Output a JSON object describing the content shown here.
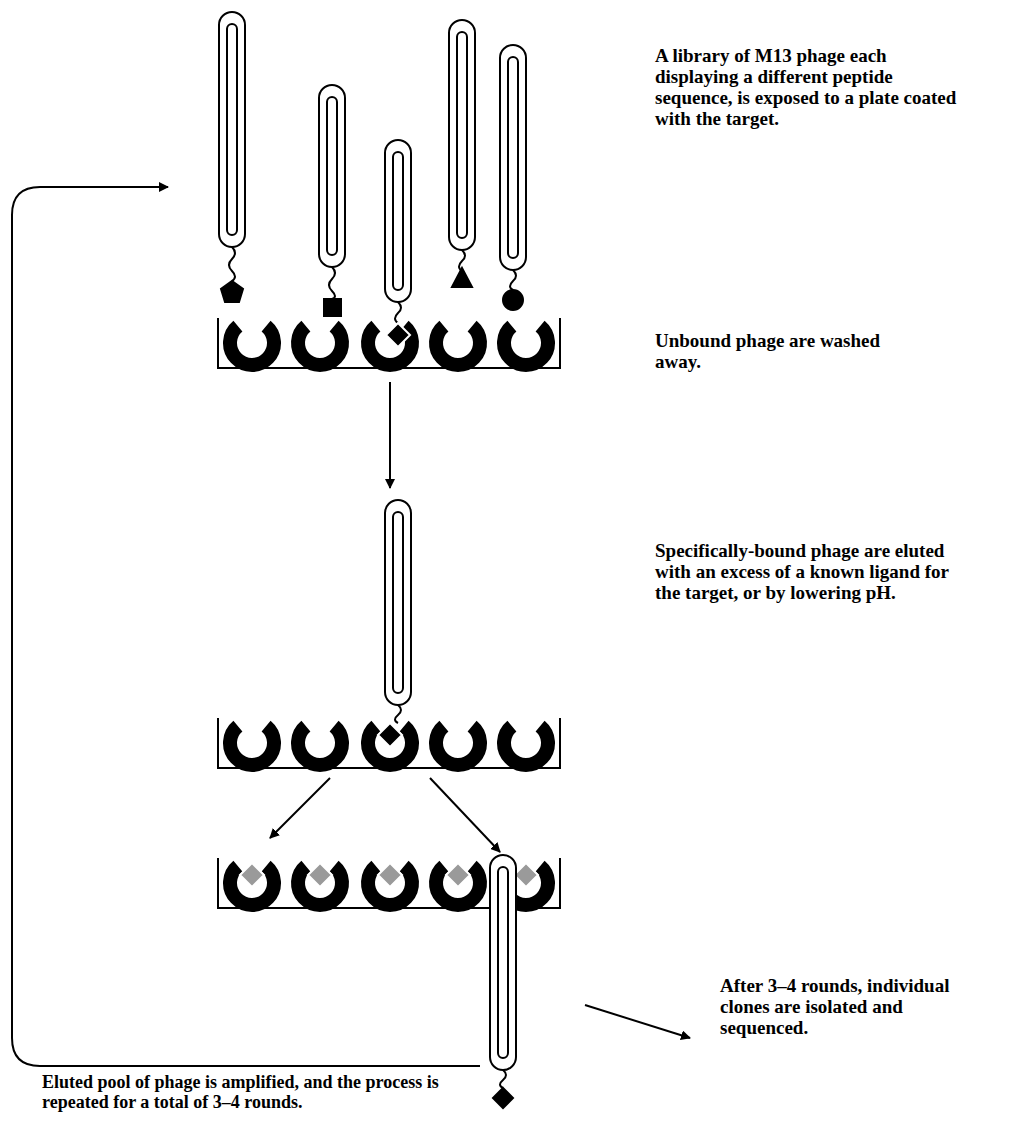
{
  "diagram": {
    "labels": [
      "A library of M13 phage each displaying a different peptide sequence, is exposed to a plate coated with the target.",
      "Unbound phage are washed away.",
      "Specifically-bound phage are eluted with an excess of a known ligand for the target, or by lowering pH.",
      "Eluted pool of phage is amplified, and the process is repeated for a total of 3–4 rounds.",
      "After 3–4 rounds, individual clones are isolated and sequenced."
    ]
  }
}
